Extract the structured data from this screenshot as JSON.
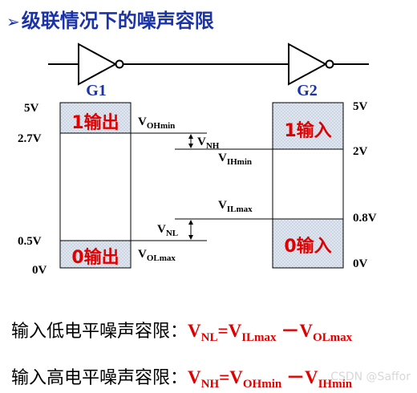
{
  "title": "级联情况下的噪声容限",
  "gates": {
    "g1": "G1",
    "g2": "G2"
  },
  "left_levels": {
    "v5": "5V",
    "v27": "2.7V",
    "v05": "0.5V",
    "v0": "0V"
  },
  "right_levels": {
    "v5": "5V",
    "v2": "2V",
    "v08": "0.8V",
    "v0": "0V"
  },
  "left_boxes": {
    "high": "1输出",
    "low": "0输出"
  },
  "right_boxes": {
    "high": "1输入",
    "low": "0输入"
  },
  "labels": {
    "voh": {
      "main": "V",
      "sub": "OHmin"
    },
    "vnh": {
      "main": "V",
      "sub": "NH"
    },
    "vih": {
      "main": "V",
      "sub": "IHmin"
    },
    "vil": {
      "main": "V",
      "sub": "ILmax"
    },
    "vnl": {
      "main": "V",
      "sub": "NL"
    },
    "vol": {
      "main": "V",
      "sub": "OLmax"
    }
  },
  "equations": {
    "low": {
      "text": "输入低电平噪声容限：",
      "lhs": "V",
      "lhs_sub": "NL",
      "eq": "=",
      "a": "V",
      "a_sub": "ILmax",
      "minus": " －",
      "b": "V",
      "b_sub": "OLmax"
    },
    "high": {
      "text": "输入高电平噪声容限：",
      "lhs": "V",
      "lhs_sub": "NH",
      "eq": "=",
      "a": "V",
      "a_sub": "OHmin",
      "minus": " －",
      "b": "V",
      "b_sub": "IHmin"
    }
  },
  "watermark": "CSDN @Saffor",
  "colors": {
    "title": "#1a33a8",
    "gate_label": "#1a33a8",
    "box_text": "#e00000",
    "equation": "#e00000"
  }
}
